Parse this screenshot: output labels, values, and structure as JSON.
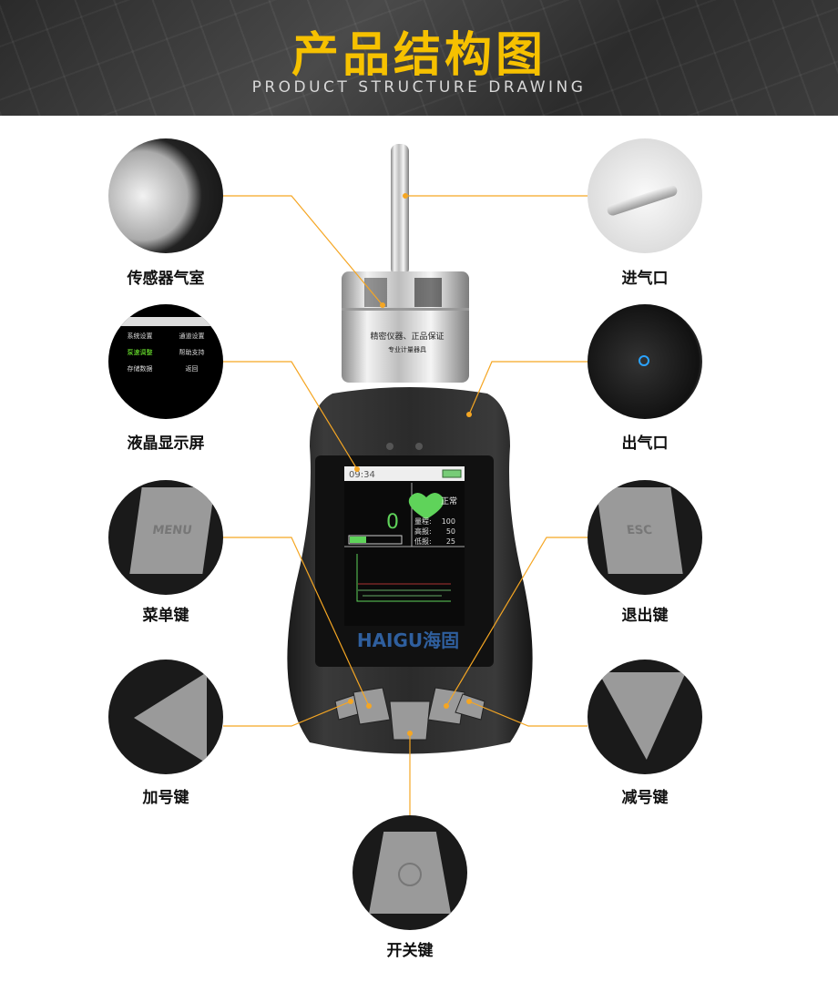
{
  "header": {
    "title": "产品结构图",
    "subtitle": "PRODUCT STRUCTURE DRAWING"
  },
  "callouts": {
    "sensor_chamber": "传感器气室",
    "inlet": "进气口",
    "lcd": "液晶显示屏",
    "outlet": "出气口",
    "menu_key": "菜单键",
    "exit_key": "退出键",
    "plus_key": "加号键",
    "minus_key": "减号键",
    "power_key": "开关键"
  },
  "chamber": {
    "line1": "精密仪器、正品保证",
    "line2": "专业计量器具"
  },
  "screen": {
    "time": "09:34",
    "status": "正常",
    "reading": "0",
    "rows": [
      {
        "label": "量程:",
        "value": "100"
      },
      {
        "label": "高报:",
        "value": "50"
      },
      {
        "label": "低报:",
        "value": "25"
      }
    ]
  },
  "menu_screen": {
    "items": [
      "系统设置",
      "通道设置",
      "泵速调整",
      "帮助支持",
      "存储数据",
      "返回"
    ]
  },
  "brand": "HAIGU海固",
  "key_labels": {
    "menu": "MENU",
    "esc": "ESC"
  },
  "colors": {
    "accent": "#f6c100",
    "leader": "#f5a623",
    "heart": "#5fd35a"
  }
}
